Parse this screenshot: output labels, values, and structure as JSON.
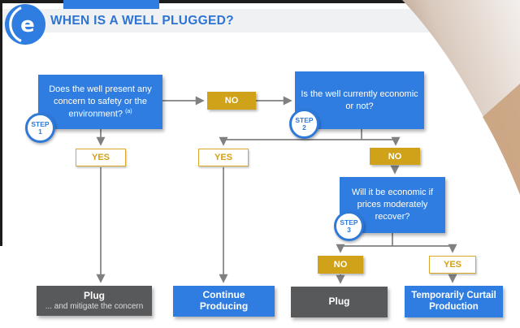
{
  "slide": {
    "title": "WHEN IS A WELL PLUGGED?"
  },
  "logo": {
    "glyph": "e"
  },
  "labels": {
    "yes": "YES",
    "no": "NO"
  },
  "steps": [
    {
      "label": "STEP",
      "number": "1"
    },
    {
      "label": "STEP",
      "number": "2"
    },
    {
      "label": "STEP",
      "number": "3"
    }
  ],
  "questions": {
    "q1": {
      "text": "Does the well present any concern to safety or the environment?",
      "footnote": "(a)"
    },
    "q2": {
      "text": "Is the well currently economic or not?"
    },
    "q3": {
      "text": "Will it be economic if prices moderately recover?"
    }
  },
  "outcomes": {
    "plug_mitigate": {
      "title": "Plug",
      "subtitle": "... and mitigate the concern"
    },
    "continue_producing": {
      "title": "Continue Producing"
    },
    "plug": {
      "title": "Plug"
    },
    "curtail": {
      "title": "Temporarily Curtail Production"
    }
  },
  "colors": {
    "blue": "#2F7DE0",
    "gold": "#D0A21A",
    "dark_gray": "#58595B",
    "line_gray": "#808080",
    "header_band": "#F0F1F3",
    "swoosh_tan": "#B7997F"
  }
}
